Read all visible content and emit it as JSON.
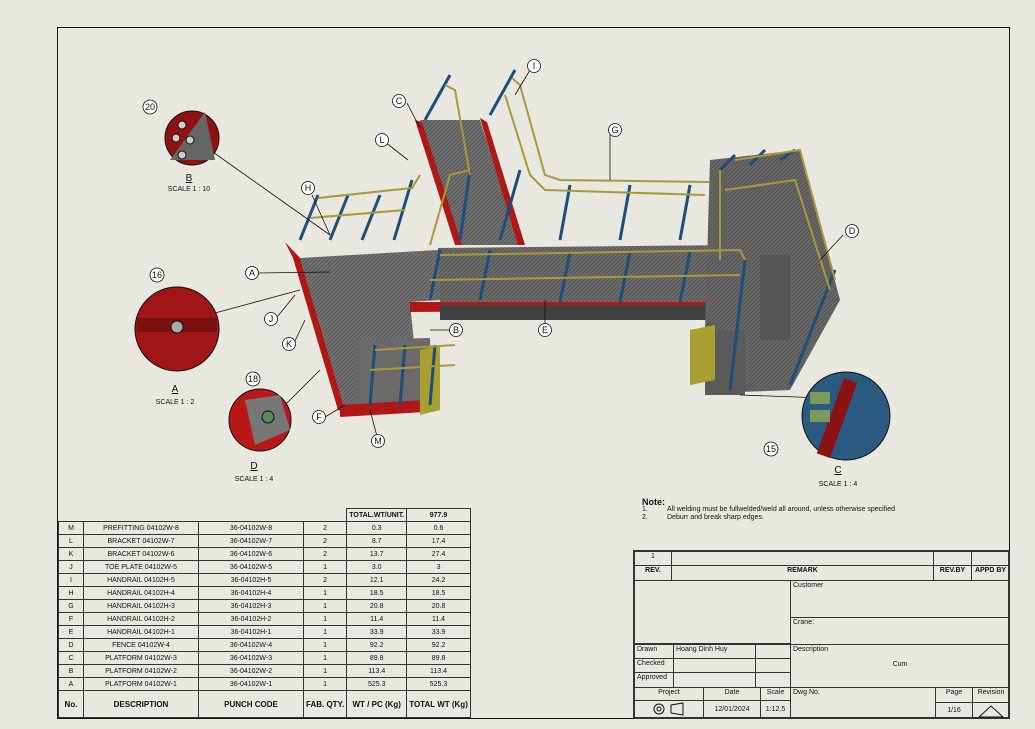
{
  "bom": {
    "total_label": "TOTAL.WT/UNIT.",
    "total_value": "977.9",
    "rows": [
      {
        "no": "M",
        "desc": "PREFITTING 04102W-8",
        "code": "36-04102W-8",
        "qty": "2",
        "wt": "0.3",
        "total": "0.6"
      },
      {
        "no": "L",
        "desc": "BRACKET 04102W-7",
        "code": "36-04102W-7",
        "qty": "2",
        "wt": "8.7",
        "total": "17.4"
      },
      {
        "no": "K",
        "desc": "BRACKET 04102W-6",
        "code": "36-04102W-6",
        "qty": "2",
        "wt": "13.7",
        "total": "27.4"
      },
      {
        "no": "J",
        "desc": "TOE PLATE 04102W-5",
        "code": "36-04102W-5",
        "qty": "1",
        "wt": "3.0",
        "total": "3"
      },
      {
        "no": "I",
        "desc": "HANDRAIL 04102H-5",
        "code": "36-04102H-5",
        "qty": "2",
        "wt": "12.1",
        "total": "24.2"
      },
      {
        "no": "H",
        "desc": "HANDRAIL 04102H-4",
        "code": "36-04102H-4",
        "qty": "1",
        "wt": "18.5",
        "total": "18.5"
      },
      {
        "no": "G",
        "desc": "HANDRAIL 04102H-3",
        "code": "36-04102H-3",
        "qty": "1",
        "wt": "20.8",
        "total": "20.8"
      },
      {
        "no": "F",
        "desc": "HANDRAIL 04102H-2",
        "code": "36-04102H-2",
        "qty": "1",
        "wt": "11.4",
        "total": "11.4"
      },
      {
        "no": "E",
        "desc": "HANDRAIL 04102H-1",
        "code": "36-04102H-1",
        "qty": "1",
        "wt": "33.9",
        "total": "33.9"
      },
      {
        "no": "D",
        "desc": "FENCE 04102W-4",
        "code": "36-04102W-4",
        "qty": "1",
        "wt": "92.2",
        "total": "92.2"
      },
      {
        "no": "C",
        "desc": "PLATFORM 04102W-3",
        "code": "36-04102W-3",
        "qty": "1",
        "wt": "89.8",
        "total": "89.8"
      },
      {
        "no": "B",
        "desc": "PLATFORM 04102W-2",
        "code": "36-04102W-2",
        "qty": "1",
        "wt": "113.4",
        "total": "113.4"
      },
      {
        "no": "A",
        "desc": "PLATFORM 04102W-1",
        "code": "36-04102W-1",
        "qty": "1",
        "wt": "525.3",
        "total": "525.3"
      }
    ],
    "headers": {
      "no": "No.",
      "desc": "DESCRIPTION",
      "code": "PUNCH CODE",
      "qty": "FAB. QTY.",
      "wt": "WT / PC (Kg)",
      "total": "TOTAL WT (Kg)"
    }
  },
  "notes": {
    "title": "Note:",
    "items": [
      {
        "n": "1.",
        "text": "All welding must be fullwelded/weld all around, unless otherwise specified"
      },
      {
        "n": "2.",
        "text": "Deburr and break sharp edges."
      }
    ]
  },
  "title_block": {
    "rev_no": "1",
    "rev_label": "REV.",
    "remark_label": "REMARK",
    "revby_label": "REV.BY",
    "appdby_label": "APPD BY",
    "customer_label": "Customer",
    "crane_label": "Crane:",
    "description_label": "Description",
    "description_value": "Cum",
    "drawn_label": "Drawn",
    "drawn_value": "Hoang Dinh Huy",
    "checked_label": "Checked",
    "approved_label": "Approved",
    "project_label": "Project",
    "date_label": "Date",
    "date_value": "12/01/2024",
    "scale_label": "Scale",
    "scale_value": "1:12.5",
    "dwgno_label": "Dwg No.",
    "page_label": "Page",
    "page_value": "1/16",
    "revision_label": "Revision"
  },
  "details": {
    "A": {
      "letter": "A",
      "scale": "SCALE  1 : 2",
      "balloon": "16"
    },
    "B": {
      "letter": "B",
      "scale": "SCALE  1 : 10",
      "balloon": "20"
    },
    "C": {
      "letter": "C",
      "scale": "SCALE  1 : 4",
      "balloon": "15"
    },
    "D": {
      "letter": "D",
      "scale": "SCALE  1 : 4",
      "balloon": "18"
    }
  },
  "callouts": [
    "A",
    "B",
    "C",
    "D",
    "E",
    "F",
    "G",
    "H",
    "I",
    "J",
    "K",
    "L",
    "M"
  ]
}
